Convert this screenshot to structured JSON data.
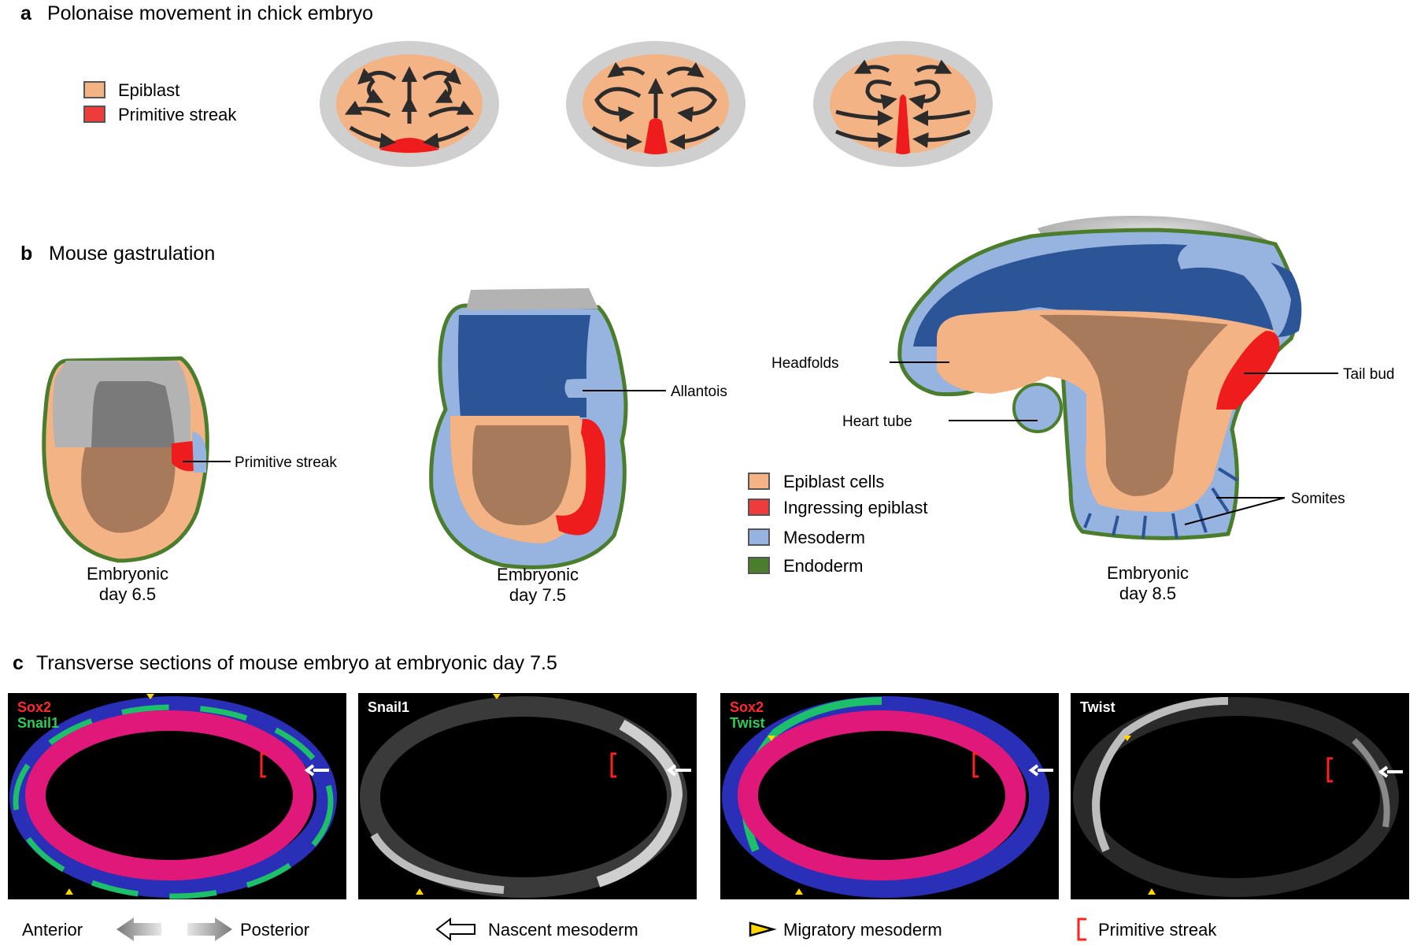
{
  "panel_a": {
    "letter": "a",
    "title": "Polonaise movement in chick embryo",
    "legend": [
      {
        "label": "Epiblast",
        "color": "#f3b385"
      },
      {
        "label": "Primitive streak",
        "color": "#ee3b3b"
      }
    ]
  },
  "panel_b": {
    "letter": "b",
    "title": "Mouse gastrulation",
    "stages": [
      {
        "line1": "Embryonic",
        "line2": "day 6.5"
      },
      {
        "line1": "Embryonic",
        "line2": "day 7.5"
      },
      {
        "line1": "Embryonic",
        "line2": "day 8.5"
      }
    ],
    "labels": {
      "primitive_streak": "Primitive streak",
      "allantois": "Allantois",
      "headfolds": "Headfolds",
      "heart_tube": "Heart tube",
      "tail_bud": "Tail bud",
      "somites": "Somites"
    },
    "legend": [
      {
        "label": "Epiblast cells",
        "color": "#f3b385"
      },
      {
        "label": "Ingressing epiblast",
        "color": "#ee3b3b"
      },
      {
        "label": "Mesoderm",
        "color": "#97b3e0"
      },
      {
        "label": "Endoderm",
        "color": "#4a7d2c"
      }
    ]
  },
  "panel_c": {
    "letter": "c",
    "title": "Transverse sections of mouse embryo at embryonic day 7.5",
    "images": [
      {
        "label1": "Sox2",
        "label2": "Snail1",
        "color1": "#ff2a2a",
        "color2": "#2ecc55"
      },
      {
        "label1": "Snail1"
      },
      {
        "label1": "Sox2",
        "label2": "Twist",
        "color1": "#ff2a2a",
        "color2": "#2ecc55"
      },
      {
        "label1": "Twist"
      }
    ],
    "key": {
      "anterior": "Anterior",
      "posterior": "Posterior",
      "nascent_mesoderm": "Nascent mesoderm",
      "migratory_mesoderm": "Migratory mesoderm",
      "primitive_streak": "Primitive streak"
    }
  },
  "colors": {
    "epiblast": "#f3b385",
    "epiblast_dark": "#a77a5c",
    "streak": "#ee1c1c",
    "mesoderm": "#97b3e0",
    "mesoderm_dark": "#2c5597",
    "endoderm": "#4a7d2c",
    "extraembryonic": "#b3b3b3"
  }
}
